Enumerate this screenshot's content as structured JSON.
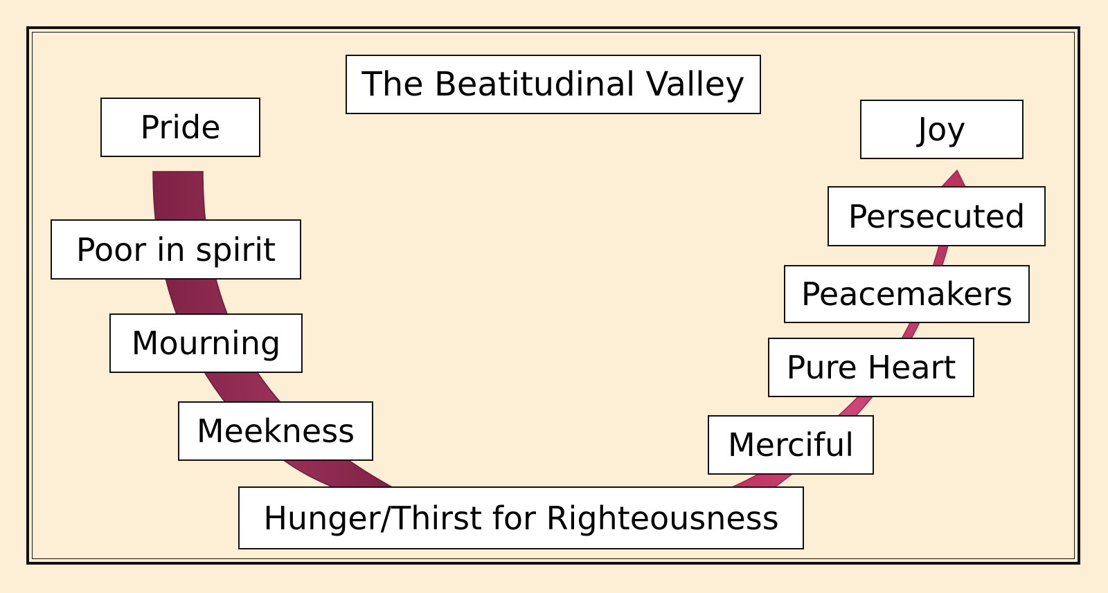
{
  "title": "The Beatitudinal Valley",
  "colors": {
    "background": "#fdefd6",
    "descent_path": "#8f2b50",
    "ascent_path": "#c03a6a",
    "border": "#111111"
  },
  "descent": {
    "start": "Pride",
    "steps": [
      "Poor in spirit",
      "Mourning",
      "Meekness"
    ]
  },
  "bottom": "Hunger/Thirst for Righteousness",
  "ascent": {
    "steps": [
      "Merciful",
      "Pure Heart",
      "Peacemakers",
      "Persecuted"
    ],
    "end": "Joy"
  }
}
